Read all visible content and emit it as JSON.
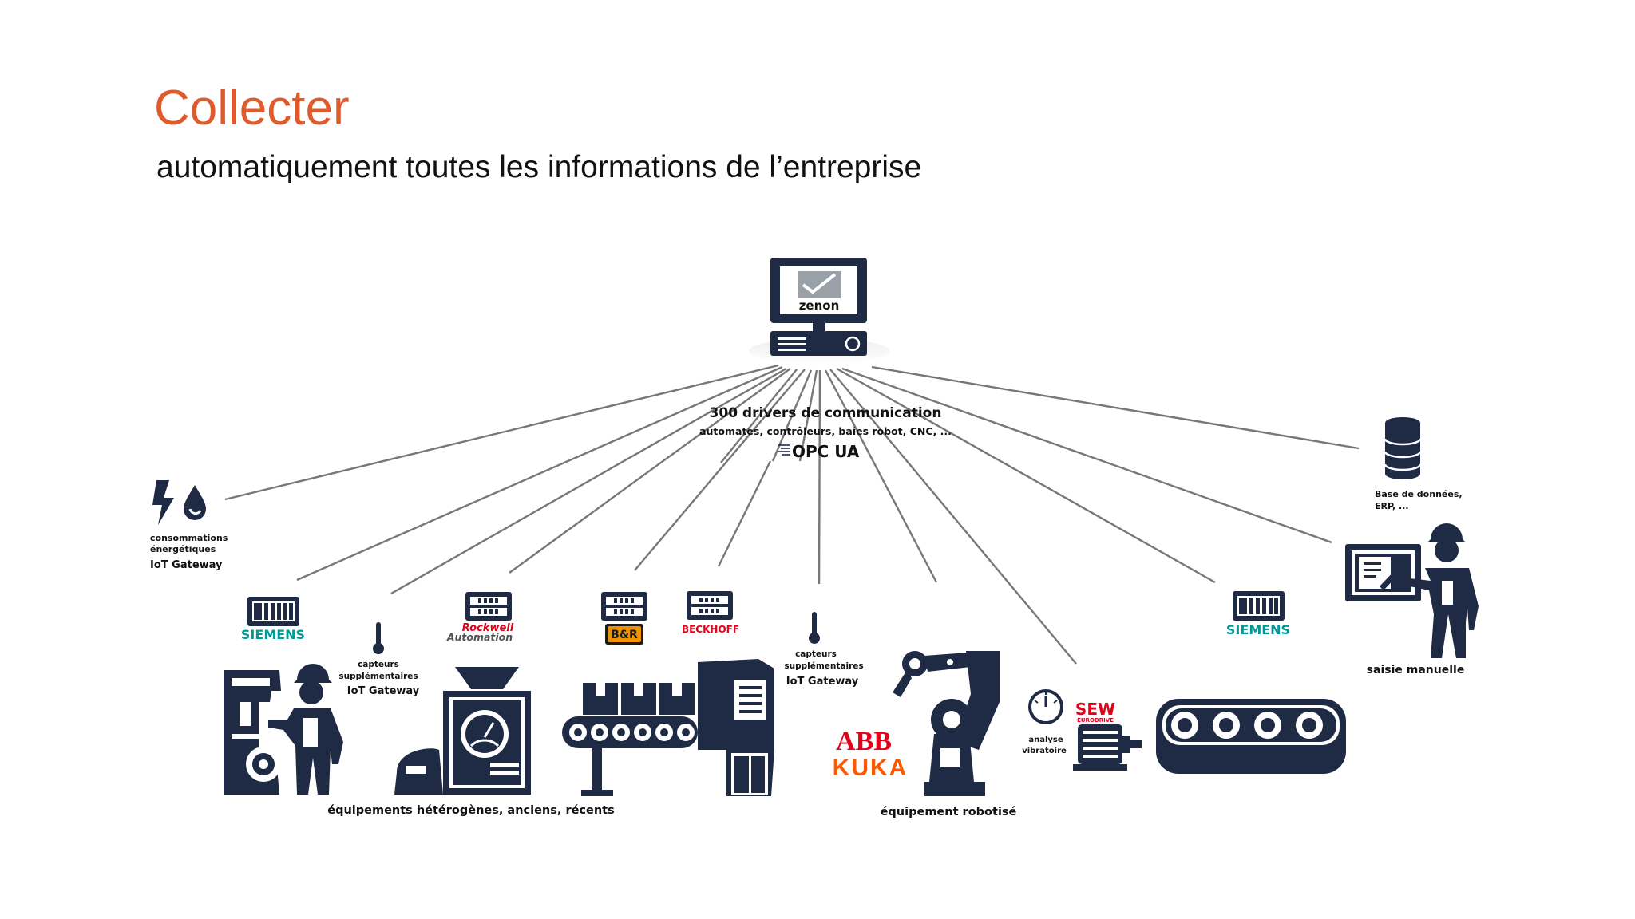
{
  "slide": {
    "title": "Collecter",
    "subtitle": "automatiquement toutes les informations de l’entreprise",
    "title_color": "#e05a2b"
  },
  "hub": {
    "product_name": "zenon",
    "drivers_title": "300 drivers de communication",
    "drivers_subtitle": "automates, contrôleurs, baies robot, CNC, ...",
    "protocol_logo_text": "OPC UA"
  },
  "energy": {
    "label_line1": "consommations",
    "label_line2": "énergétiques",
    "gateway": "IoT Gateway",
    "icons": [
      "lightning-icon",
      "water-drop-icon"
    ]
  },
  "database": {
    "label_line1": "Base de données,",
    "label_line2": "ERP, ..."
  },
  "manual_entry": {
    "label": "saisie manuelle"
  },
  "sensors_left": {
    "label_line1": "capteurs",
    "label_line2": "supplémentaires",
    "gateway": "IoT Gateway"
  },
  "sensors_center": {
    "label_line1": "capteurs",
    "label_line2": "supplémentaires",
    "gateway": "IoT Gateway"
  },
  "vibration": {
    "label_line1": "analyse",
    "label_line2": "vibratoire"
  },
  "brands": {
    "siemens_left": "SIEMENS",
    "siemens_right": "SIEMENS",
    "rockwell_line1": "Rockwell",
    "rockwell_line2": "Automation",
    "br": "B&R",
    "beckhoff": "BECKHOFF",
    "abb": "ABB",
    "kuka": "KUKA",
    "sew_line1": "SEW",
    "sew_line2": "EURODRIVE",
    "siemens_color": "#009999",
    "red_brand_color": "#e2001a",
    "kuka_color": "#ff5800"
  },
  "captions": {
    "heterogeneous": "équipements hétérogènes, anciens, récents",
    "robotized": "équipement robotisé"
  },
  "colors": {
    "navy": "#1f2a44",
    "line": "#777777"
  }
}
